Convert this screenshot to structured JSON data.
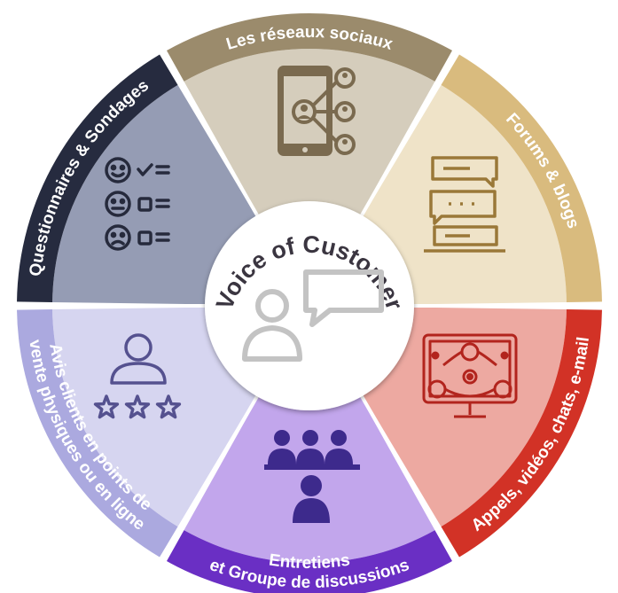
{
  "center": {
    "title": "Voice of Customer",
    "icon": "person-speech-bubble-icon"
  },
  "segments": [
    {
      "id": "social",
      "label": "Les réseaux sociaux",
      "icon": "phone-network-icon",
      "outer_color": "#9b8b6c",
      "inner_color": "#d5cdbc",
      "icon_color": "#7a6a4f"
    },
    {
      "id": "forums",
      "label": "Forums & blogs",
      "icon": "chat-messages-icon",
      "outer_color": "#d9bb7e",
      "inner_color": "#efe3c8",
      "icon_color": "#9a7838"
    },
    {
      "id": "calls",
      "label": "Appels, vidéos, chats, e-mail",
      "icon": "monitor-support-icon",
      "outer_color": "#d23226",
      "inner_color": "#eda9a1",
      "icon_color": "#b2241d"
    },
    {
      "id": "interviews",
      "label_lines": [
        "Entretiens",
        "et Groupe de discussions"
      ],
      "icon": "group-meeting-icon",
      "outer_color": "#6a2fc4",
      "inner_color": "#c2a6ec",
      "icon_color": "#3d2a8c"
    },
    {
      "id": "reviews",
      "label_lines": [
        "Avis clients en points de",
        "vente physiques ou en ligne"
      ],
      "icon": "user-rating-stars-icon",
      "outer_color": "#aba9df",
      "inner_color": "#d6d5f0",
      "icon_color": "#55518f"
    },
    {
      "id": "surveys",
      "label": "Questionnaires & Sondages",
      "icon": "survey-emoji-checklist-icon",
      "outer_color": "#262b3f",
      "inner_color": "#959cb4",
      "icon_color": "#262a3c"
    }
  ]
}
